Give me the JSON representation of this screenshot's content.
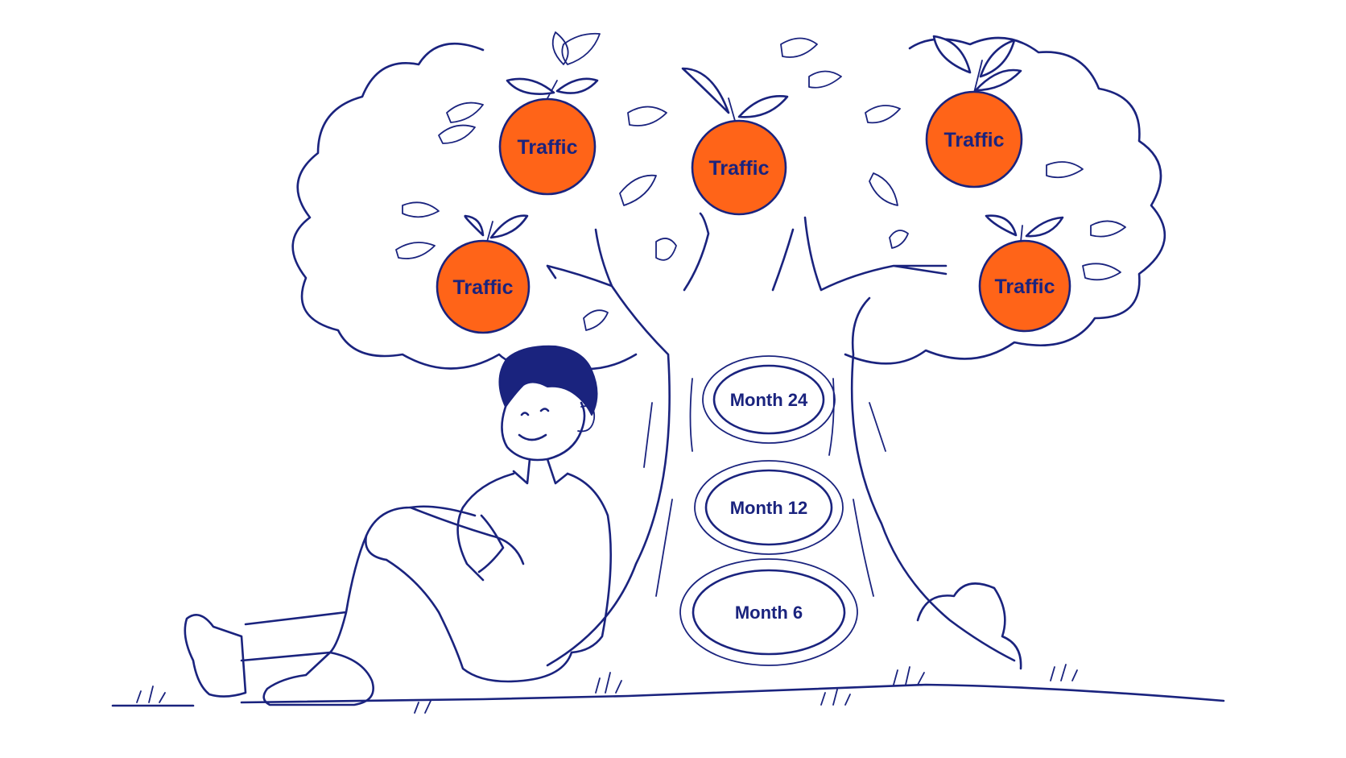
{
  "colors": {
    "ink": "#1a237e",
    "fruit": "#ff6418",
    "background": "#ffffff"
  },
  "fruits": [
    {
      "label": "Traffic"
    },
    {
      "label": "Traffic"
    },
    {
      "label": "Traffic"
    },
    {
      "label": "Traffic"
    },
    {
      "label": "Traffic"
    }
  ],
  "rings": [
    {
      "label": "Month 24"
    },
    {
      "label": "Month 12"
    },
    {
      "label": "Month 6"
    }
  ]
}
